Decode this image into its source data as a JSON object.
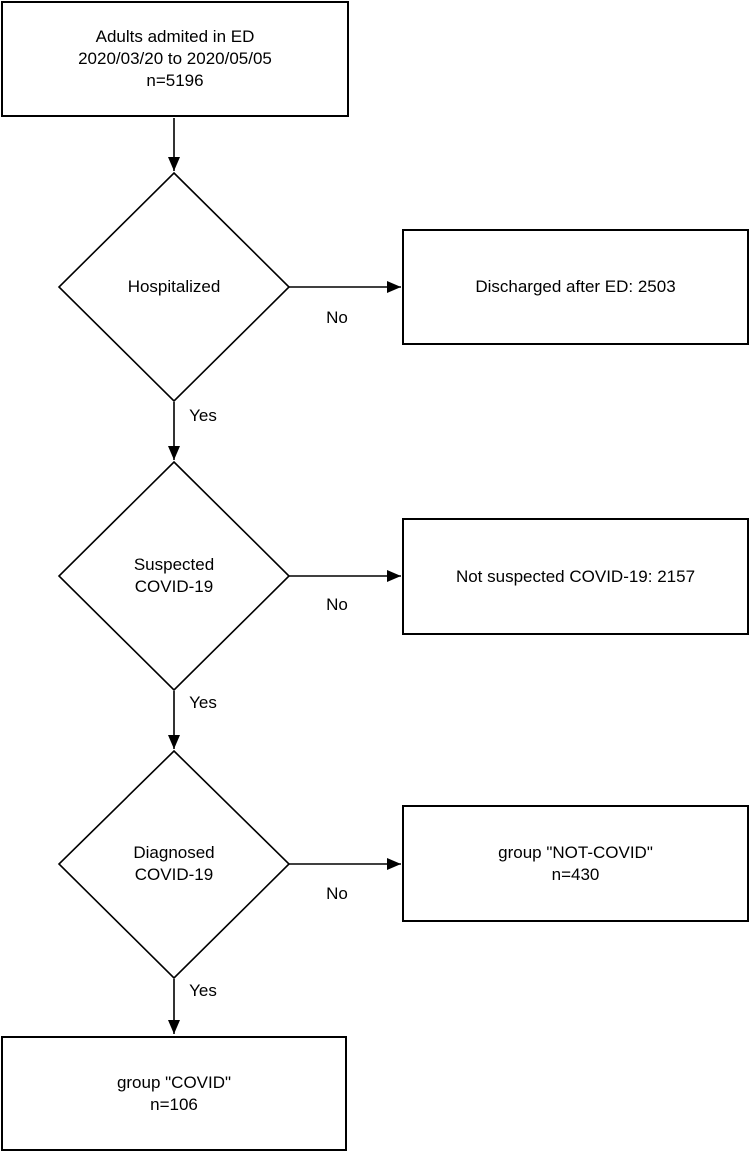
{
  "colors": {
    "line": "#000000",
    "text": "#000000",
    "background": "#ffffff"
  },
  "flowchart": {
    "start": {
      "lines": [
        "Adults admited in ED",
        "2020/03/20 to 2020/05/05",
        "n=5196"
      ]
    },
    "decisions": [
      {
        "question_lines": [
          "Hospitalized"
        ],
        "yes_label": "Yes",
        "no_label": "No",
        "no_outcome_lines": [
          "Discharged after ED: 2503"
        ]
      },
      {
        "question_lines": [
          "Suspected",
          "COVID-19"
        ],
        "yes_label": "Yes",
        "no_label": "No",
        "no_outcome_lines": [
          "Not suspected COVID-19: 2157"
        ]
      },
      {
        "question_lines": [
          "Diagnosed",
          "COVID-19"
        ],
        "yes_label": "Yes",
        "no_label": "No",
        "no_outcome_lines": [
          "group \"NOT-COVID\"",
          "n=430"
        ]
      }
    ],
    "end": {
      "lines": [
        "group \"COVID\"",
        "n=106"
      ]
    }
  }
}
